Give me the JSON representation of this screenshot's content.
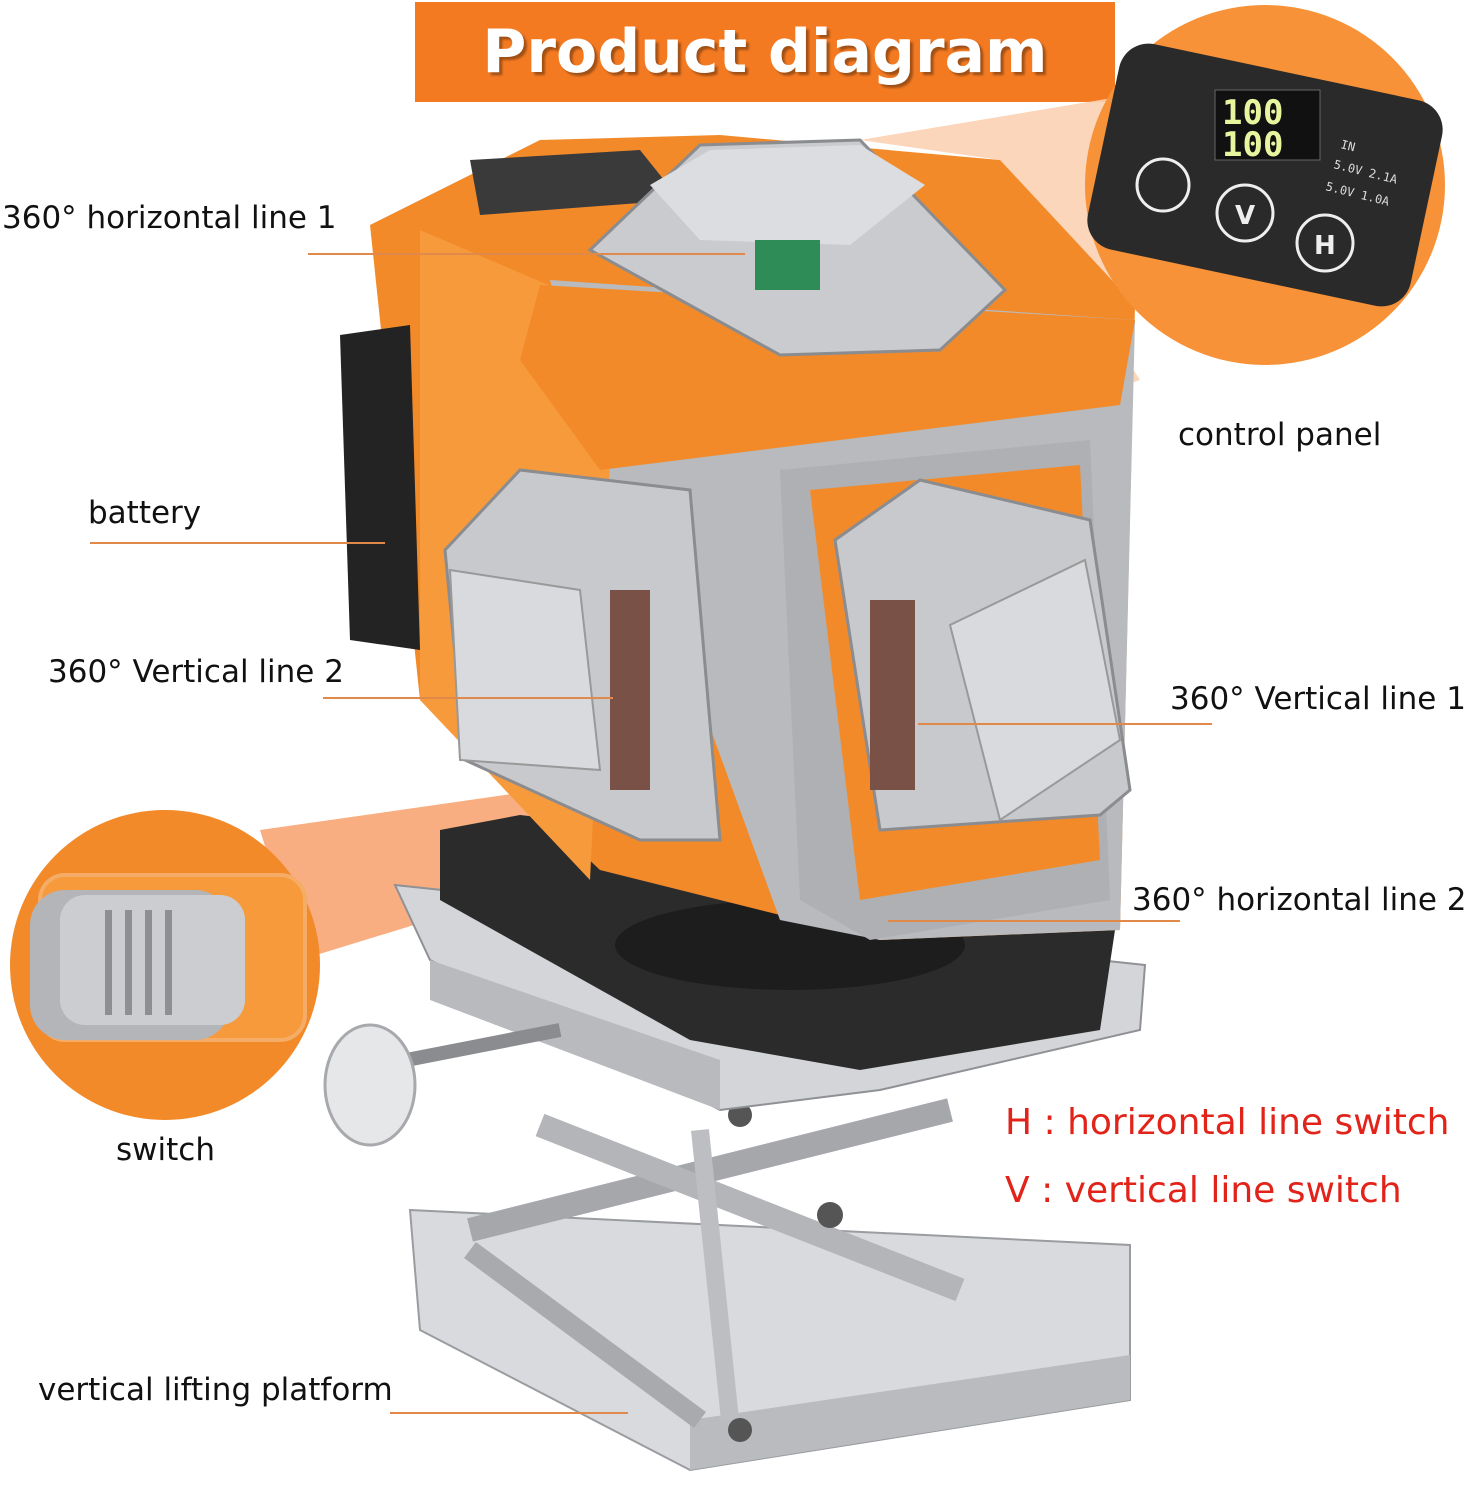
{
  "header": {
    "title": "Product diagram"
  },
  "labels": {
    "horizontal_line_1": "360° horizontal line 1",
    "battery": "battery",
    "vertical_line_2": "360° Vertical line 2",
    "switch": "switch",
    "vertical_lifting_platform": "vertical lifting platform",
    "control_panel": "control panel",
    "vertical_line_1": "360° Vertical line 1",
    "horizontal_line_2": "360° horizontal line 2"
  },
  "legend": {
    "h_switch": "H : horizontal line switch",
    "v_switch": "V : vertical line switch"
  },
  "control_panel_display": {
    "digits_top": "100",
    "digits_bottom": "100",
    "readout_1": "5.0V 2.1A",
    "readout_2": "5.0V 1.0A",
    "readout_in": "IN",
    "btn_v": "V",
    "btn_h": "H"
  },
  "colors": {
    "accent": "#f47a22",
    "legend_red": "#e2231a",
    "silver": "#c9cbcf",
    "base": "#2a2a2a"
  }
}
